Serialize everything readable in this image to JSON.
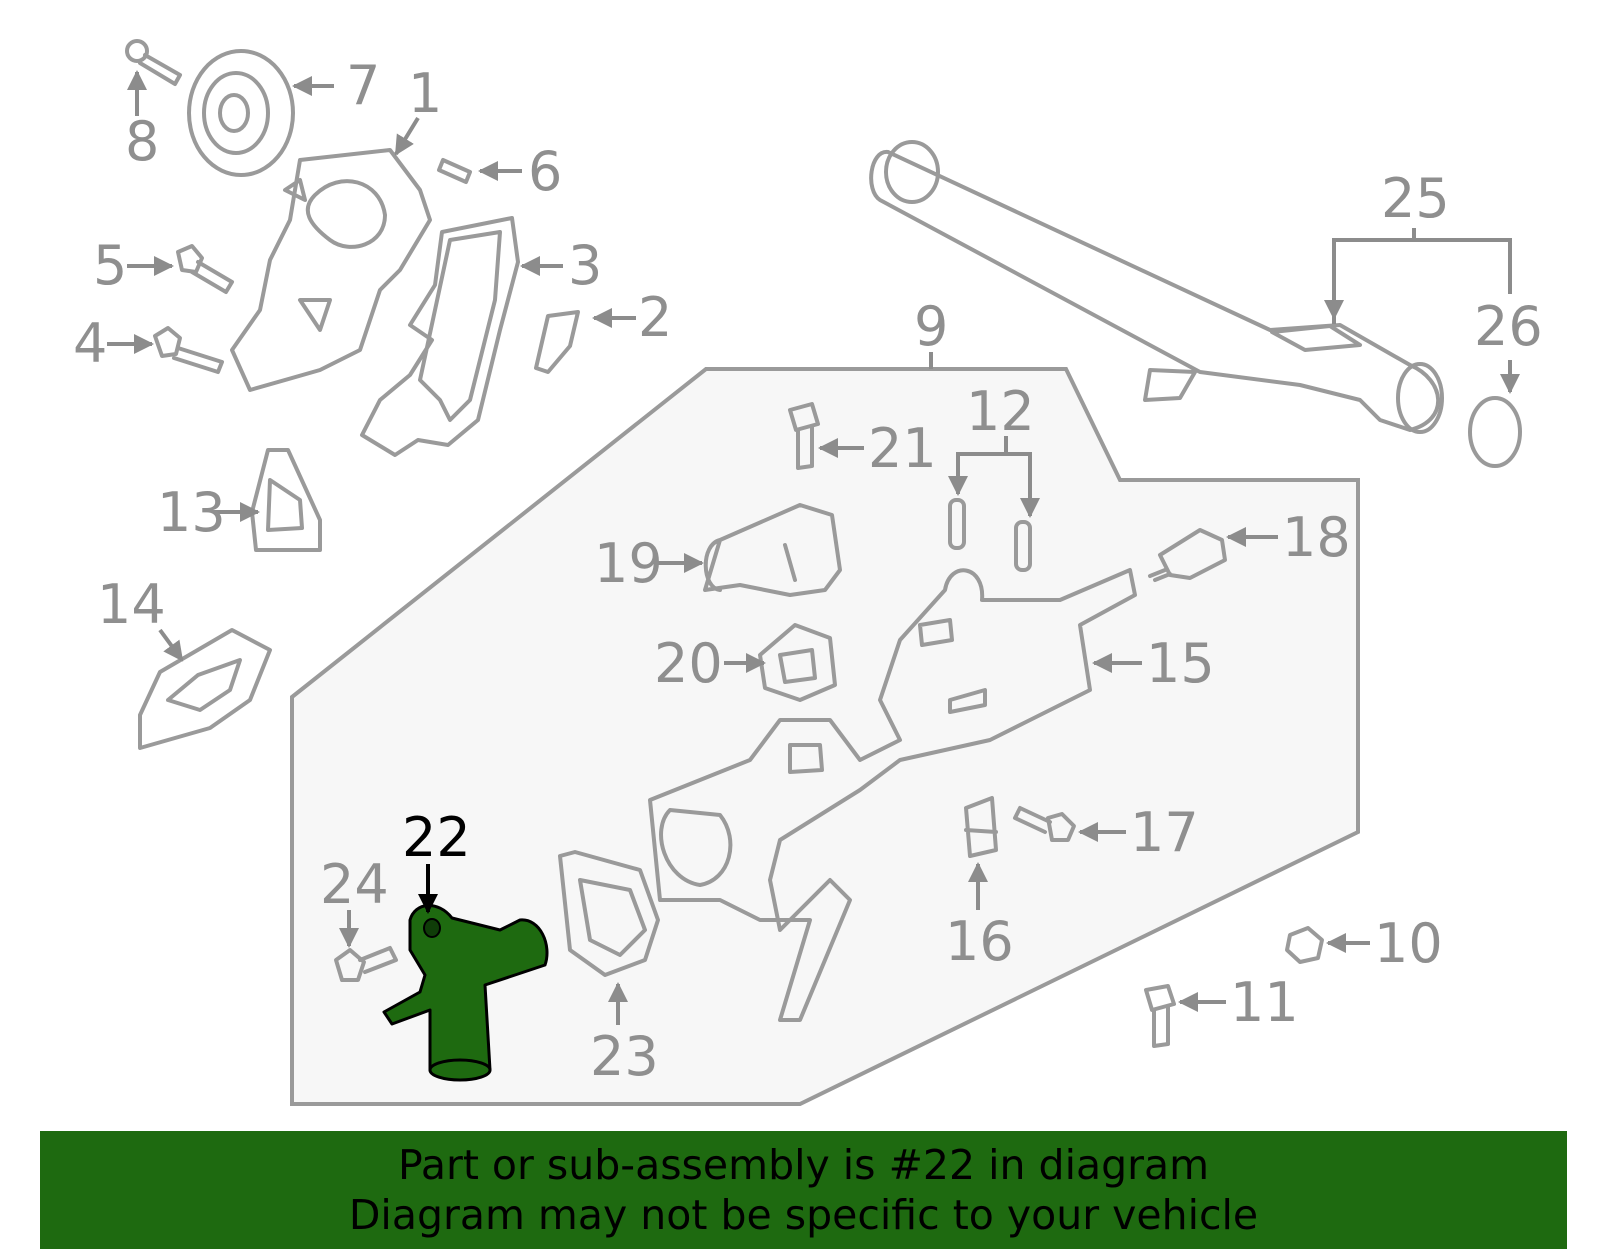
{
  "callouts": {
    "c1": "1",
    "c2": "2",
    "c3": "3",
    "c4": "4",
    "c5": "5",
    "c6": "6",
    "c7": "7",
    "c8": "8",
    "c9": "9",
    "c10": "10",
    "c11": "11",
    "c12": "12",
    "c13": "13",
    "c14": "14",
    "c15": "15",
    "c16": "16",
    "c17": "17",
    "c18": "18",
    "c19": "19",
    "c20": "20",
    "c21": "21",
    "c22": "22",
    "c23": "23",
    "c24": "24",
    "c25": "25",
    "c26": "26"
  },
  "highlight": {
    "part": "22",
    "color": "#1e6a10"
  },
  "banner": {
    "line1": "Part or sub-assembly is #22 in diagram",
    "line2": "Diagram may not be specific to your vehicle"
  }
}
